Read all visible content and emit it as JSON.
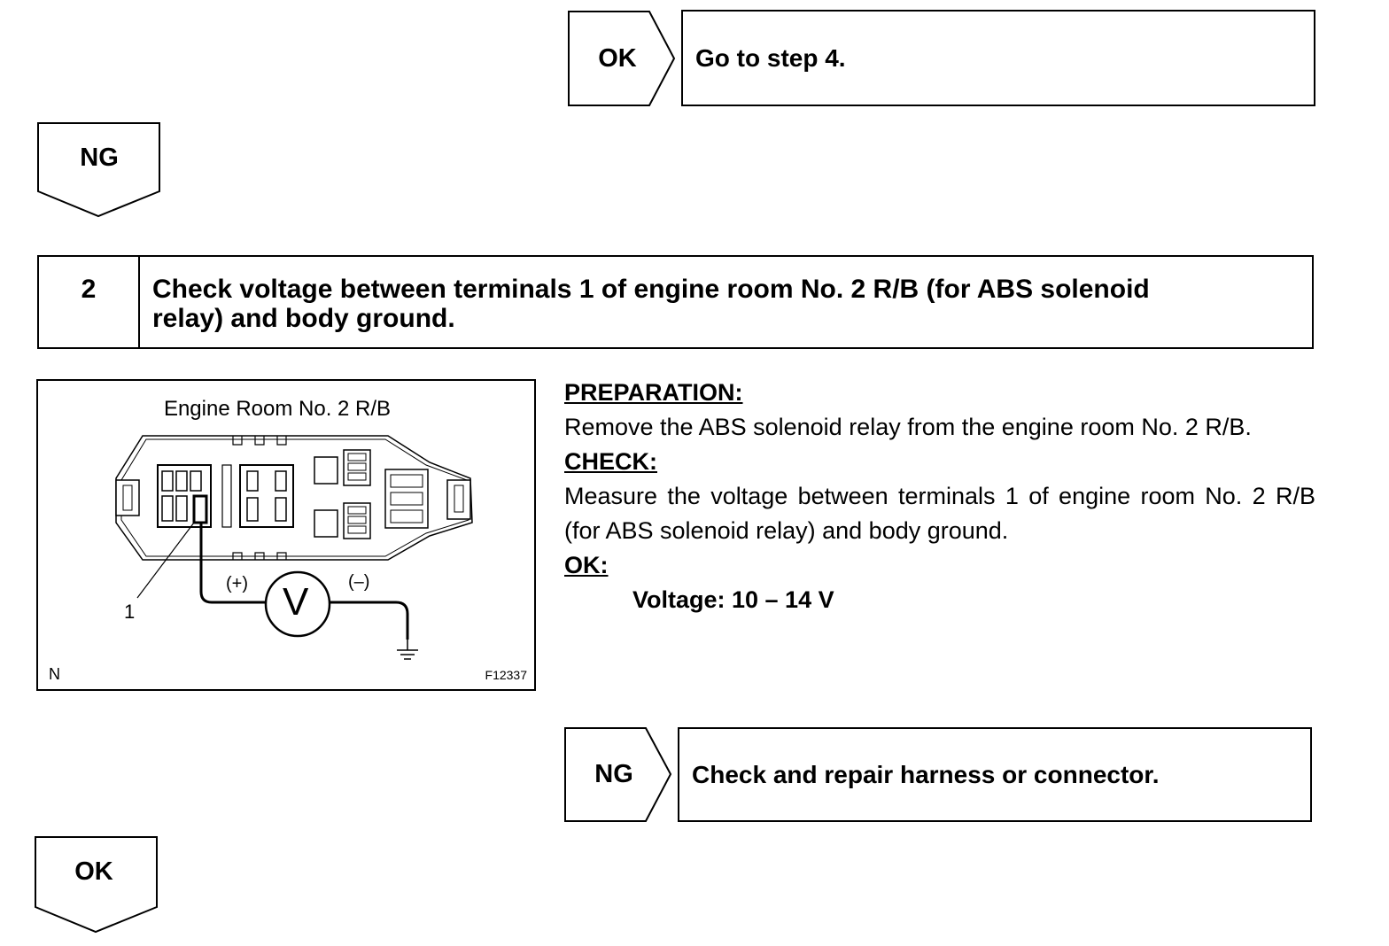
{
  "top_result": {
    "tag": "OK",
    "text": "Go to step 4."
  },
  "first_branch": {
    "tag": "NG"
  },
  "step": {
    "number": "2",
    "title_line1": "Check voltage between terminals 1 of engine room No. 2 R/B (for ABS solenoid",
    "title_line2": "relay) and body ground."
  },
  "figure": {
    "title": "Engine Room No. 2 R/B",
    "terminal_label": "1",
    "plus_label": "(+)",
    "minus_label": "(–)",
    "meter_label": "V",
    "corner_letter": "N",
    "figure_id": "F12337"
  },
  "instructions": {
    "preparation_heading": "PREPARATION:",
    "preparation_text": "Remove the ABS solenoid relay from the engine room No. 2 R/B.",
    "check_heading": "CHECK:",
    "check_text": "Measure the voltage between terminals 1 of engine room No. 2 R/B (for ABS solenoid relay) and body ground.",
    "ok_heading": "OK:",
    "ok_spec": "Voltage: 10 – 14 V"
  },
  "bottom_result": {
    "tag": "NG",
    "text": "Check and repair harness or connector."
  },
  "final_branch": {
    "tag": "OK"
  }
}
